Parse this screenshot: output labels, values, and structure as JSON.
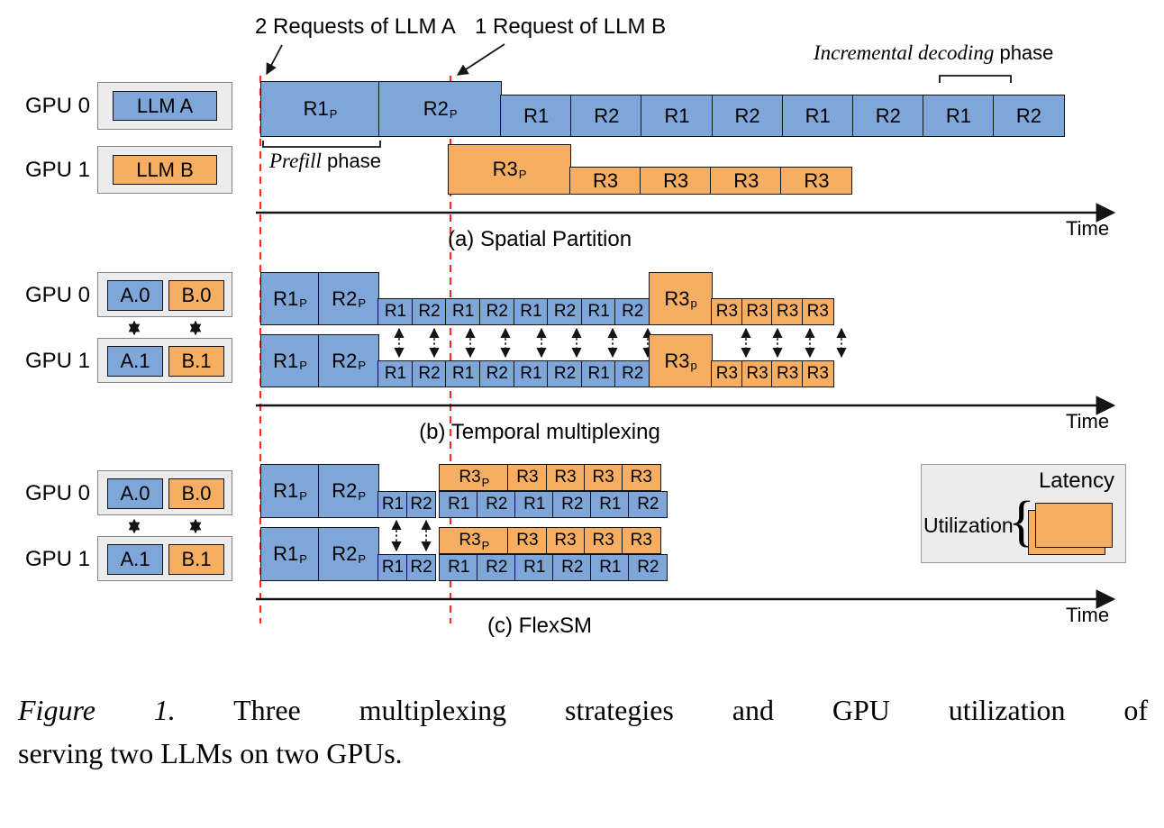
{
  "annotations": {
    "requests_llm_a": "2 Requests of LLM A",
    "request_llm_b": "1 Request of LLM B",
    "prefill_phase": {
      "italic": "Prefill",
      "rest": " phase"
    },
    "incremental_decoding": {
      "italic": "Incremental decoding",
      "rest": " phase"
    }
  },
  "gpu_labels": {
    "gpu0": "GPU 0",
    "gpu1": "GPU 1"
  },
  "model_labels": {
    "llm_a": "LLM A",
    "llm_b": "LLM B",
    "a0": "A.0",
    "b0": "B.0",
    "a1": "A.1",
    "b1": "B.1"
  },
  "axis": {
    "time": "Time"
  },
  "section_captions": {
    "a": "(a) Spatial Partition",
    "b": "(b) Temporal multiplexing",
    "c": "(c) FlexSM"
  },
  "timelines": {
    "a_gpu0": {
      "prefill": [
        {
          "base": "R1",
          "sub": "P"
        },
        {
          "base": "R2",
          "sub": "P"
        }
      ],
      "decode": [
        "R1",
        "R2",
        "R1",
        "R2",
        "R1",
        "R2",
        "R1",
        "R2"
      ]
    },
    "a_gpu1": {
      "prefill": {
        "base": "R3",
        "sub": "P"
      },
      "decode": [
        "R3",
        "R3",
        "R3",
        "R3"
      ]
    },
    "b_row": {
      "prefill": [
        {
          "base": "R1",
          "sub": "P"
        },
        {
          "base": "R2",
          "sub": "P"
        }
      ],
      "decode_a": [
        "R1",
        "R2",
        "R1",
        "R2",
        "R1",
        "R2",
        "R1",
        "R2"
      ],
      "prefill_b": {
        "base": "R3",
        "sub": "p"
      },
      "decode_b": [
        "R3",
        "R3",
        "R3",
        "R3"
      ]
    },
    "c_row": {
      "prefill": [
        {
          "base": "R1",
          "sub": "P"
        },
        {
          "base": "R2",
          "sub": "P"
        }
      ],
      "early_decode": [
        "R1",
        "R2"
      ],
      "prefill_b": {
        "base": "R3",
        "sub": "P"
      },
      "decode_b": [
        "R3",
        "R3",
        "R3",
        "R3"
      ],
      "decode_a": [
        "R1",
        "R2",
        "R1",
        "R2",
        "R1",
        "R2"
      ]
    }
  },
  "legend": {
    "latency": "Latency",
    "utilization": "Utilization",
    "brace": "{"
  },
  "figure_caption": {
    "label": "Figure 1.",
    "line1": "Three multiplexing strategies and GPU utilization of",
    "line2": "serving two LLMs on two GPUs."
  },
  "colors": {
    "blue": "#7EA6D8",
    "orange": "#F6AE63",
    "panel_gray": "#ECECEC",
    "guide_red": "#FF2A2A",
    "ink": "#141414"
  }
}
